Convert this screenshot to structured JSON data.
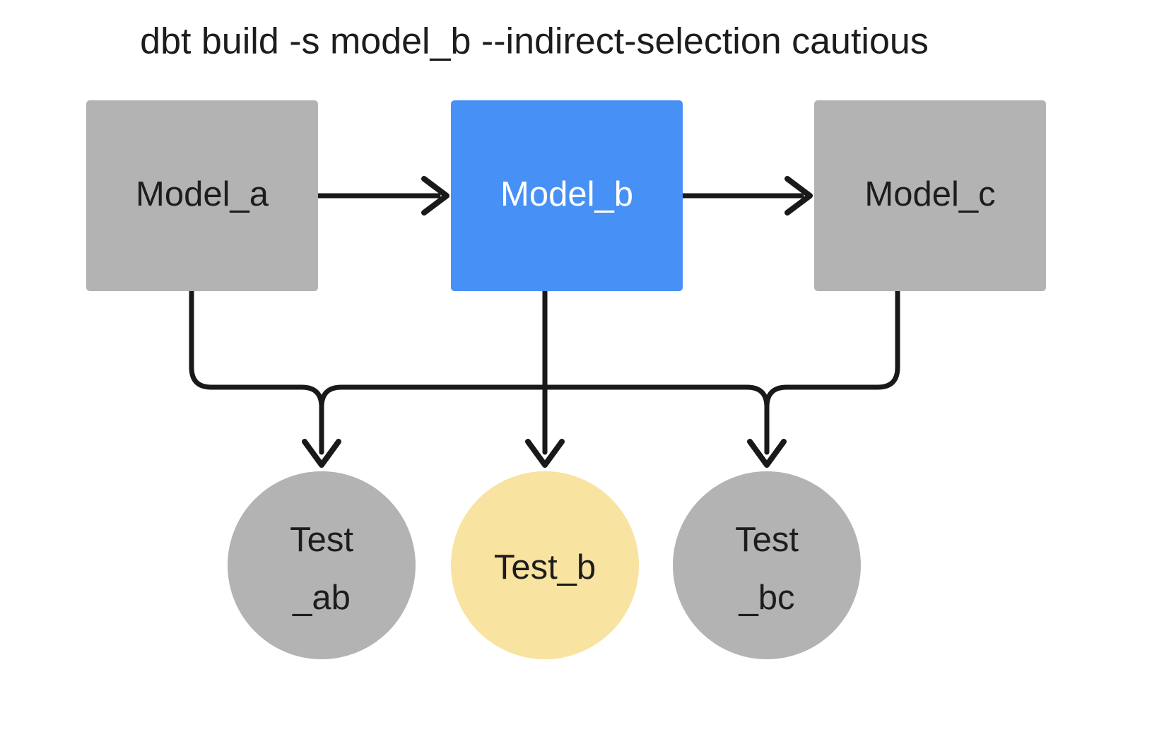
{
  "diagram": {
    "title": "dbt build -s model_b --indirect-selection cautious",
    "background": "#ffffff",
    "colors": {
      "node_gray": "#b3b3b3",
      "node_blue": "#4790f5",
      "node_yellow": "#f8e3a1",
      "edge": "#191919",
      "text_dark": "#1d1d1d",
      "text_light": "#ffffff"
    },
    "models": [
      {
        "id": "model_a",
        "label": "Model_a",
        "shape": "rectangle",
        "fill": "#b3b3b3",
        "text_color": "#1d1d1d",
        "selected": false
      },
      {
        "id": "model_b",
        "label": "Model_b",
        "shape": "rectangle",
        "fill": "#4790f5",
        "text_color": "#ffffff",
        "selected": true
      },
      {
        "id": "model_c",
        "label": "Model_c",
        "shape": "rectangle",
        "fill": "#b3b3b3",
        "text_color": "#1d1d1d",
        "selected": false
      }
    ],
    "tests": [
      {
        "id": "test_ab",
        "label_line1": "Test",
        "label_line2": "_ab",
        "shape": "circle",
        "fill": "#b3b3b3",
        "text_color": "#1d1d1d",
        "selected": false
      },
      {
        "id": "test_b",
        "label_line1": "Test_b",
        "label_line2": "",
        "shape": "circle",
        "fill": "#f8e3a1",
        "text_color": "#1d1d1d",
        "selected": true
      },
      {
        "id": "test_bc",
        "label_line1": "Test",
        "label_line2": "_bc",
        "shape": "circle",
        "fill": "#b3b3b3",
        "text_color": "#1d1d1d",
        "selected": false
      }
    ],
    "edges": [
      {
        "from": "model_a",
        "to": "model_b"
      },
      {
        "from": "model_b",
        "to": "model_c"
      },
      {
        "from": "model_a",
        "to": "test_ab"
      },
      {
        "from": "model_b",
        "to": "test_ab"
      },
      {
        "from": "model_b",
        "to": "test_b"
      },
      {
        "from": "model_b",
        "to": "test_bc"
      },
      {
        "from": "model_c",
        "to": "test_bc"
      }
    ]
  }
}
